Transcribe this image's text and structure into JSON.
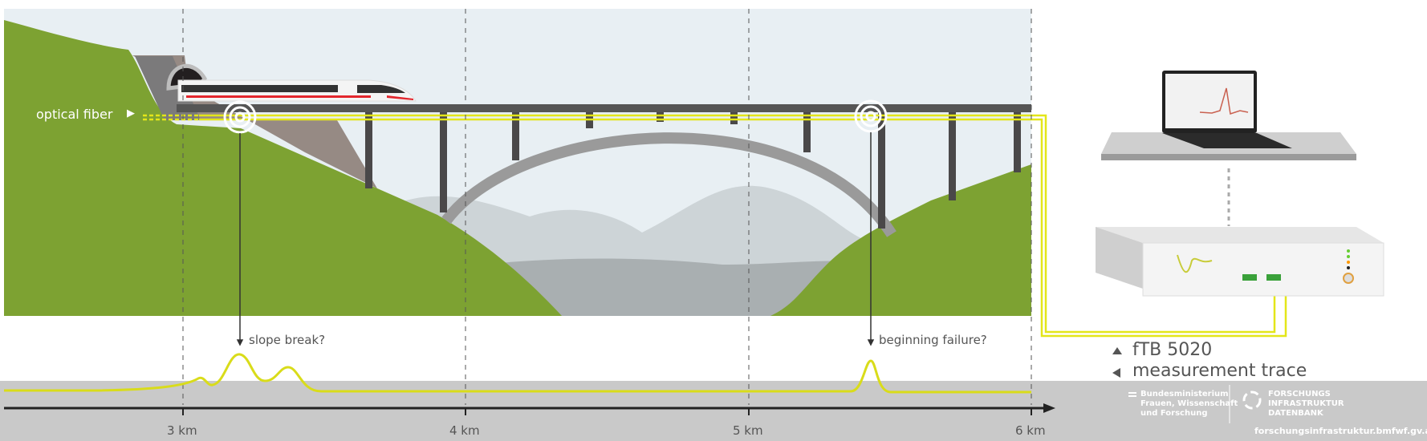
{
  "labels": {
    "optical_fiber": "optical fiber",
    "slope_break": "slope break?",
    "beginning_failure": "beginning failure?"
  },
  "axis": {
    "ticks": [
      "3 km",
      "4 km",
      "5 km",
      "6 km"
    ]
  },
  "legend": {
    "device": "fTB 5020",
    "trace": "measurement trace"
  },
  "footer": {
    "ministry": [
      "Bundesministerium",
      "Frauen, Wissenschaft",
      "und Forschung"
    ],
    "database": [
      "FORSCHUNGS",
      "INFRASTRUKTUR",
      "DATENBANK"
    ],
    "url": "forschungsinfrastruktur.bmfwf.gv.at"
  },
  "colors": {
    "grass": "#7da232",
    "fiber": "#e3e619",
    "sky": "#e8eff3",
    "footer": "#c9c9c9"
  }
}
